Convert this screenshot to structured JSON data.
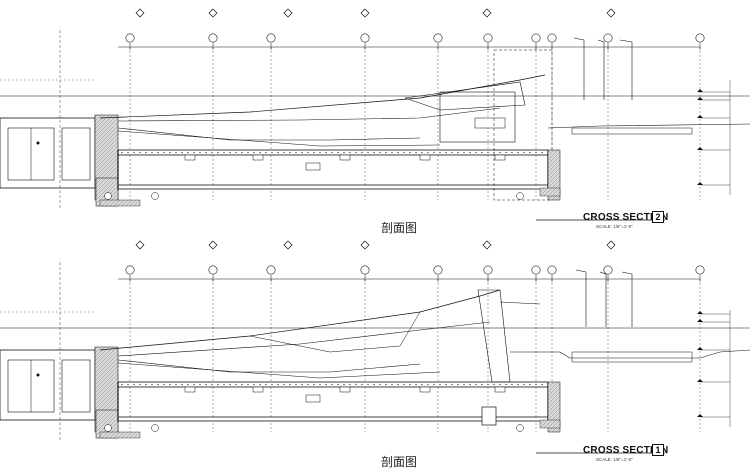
{
  "sections": [
    {
      "id": "section-2",
      "title": "CROSS SECTION",
      "number": "2",
      "scale": "SCALE: 1/8\"=1'-0\"",
      "caption": "剖面图"
    },
    {
      "id": "section-1",
      "title": "CROSS SECTION",
      "number": "1",
      "scale": "SCALE: 1/8\"=1'-0\"",
      "caption": "剖面图"
    }
  ],
  "colors": {
    "line": "#111111",
    "ground": "#d9d9d9",
    "hatch": "#888888"
  }
}
